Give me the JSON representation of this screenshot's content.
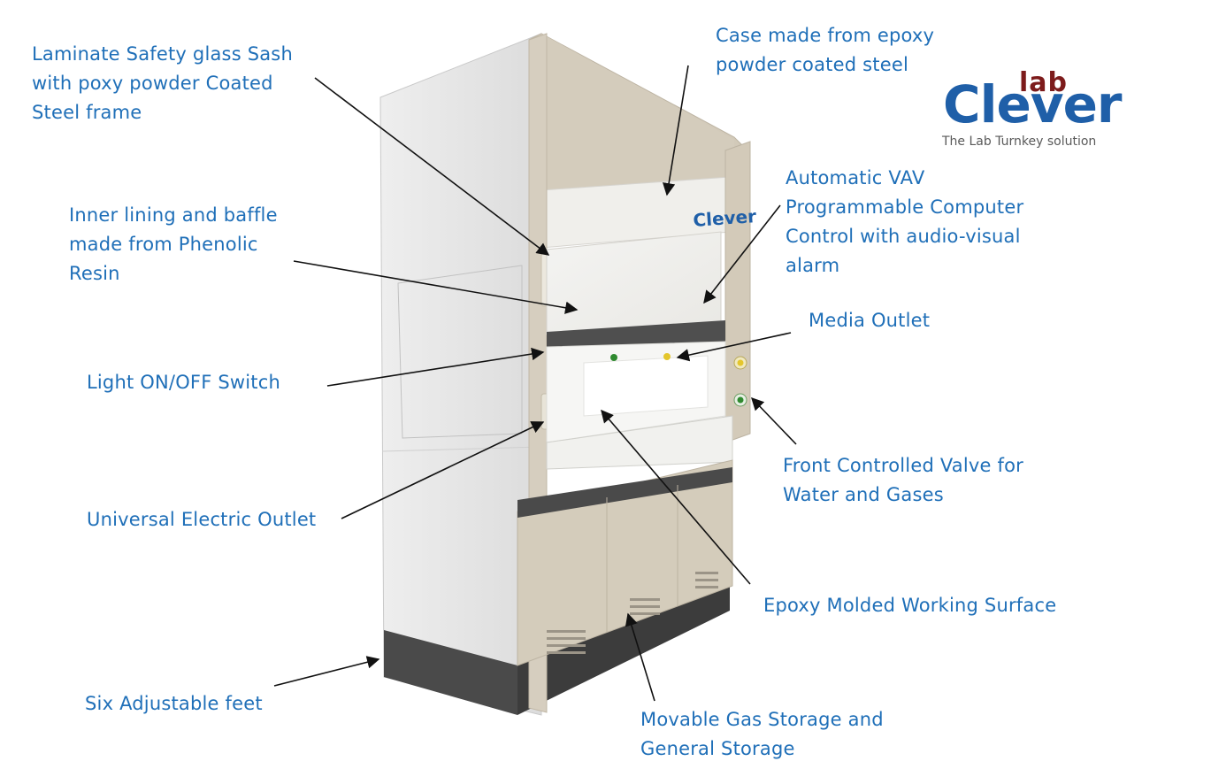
{
  "brand": {
    "logo_top": "lab",
    "logo_main": "Clever",
    "tagline": "The Lab Turnkey solution",
    "cabinet_badge": "Clever"
  },
  "colors": {
    "label_text": "#1f6fb8",
    "arrow": "#111111",
    "cabinet_beige": "#d8d0c0",
    "cabinet_side": "#e4e4e4",
    "base": "#4a4a4a",
    "logo_blue": "#1f5fa8",
    "logo_red": "#7d1b1b"
  },
  "callouts": {
    "sash": [
      "Laminate Safety glass Sash",
      "with poxy powder Coated",
      "Steel frame"
    ],
    "lining": [
      "Inner lining and baffle",
      "made from Phenolic",
      "Resin"
    ],
    "light_switch": [
      "Light ON/OFF Switch"
    ],
    "electric_outlet": [
      "Universal Electric Outlet"
    ],
    "feet": [
      "Six Adjustable feet"
    ],
    "case": [
      "Case made from epoxy",
      "powder coated steel"
    ],
    "vav": [
      "Automatic VAV",
      "Programmable Computer",
      "Control with audio-visual",
      "alarm"
    ],
    "media_outlet": [
      "Media Outlet"
    ],
    "valve": [
      "Front Controlled Valve for",
      "Water and Gases"
    ],
    "work_surface": [
      "Epoxy Molded Working Surface"
    ],
    "storage": [
      "Movable Gas Storage and",
      "General Storage"
    ]
  }
}
